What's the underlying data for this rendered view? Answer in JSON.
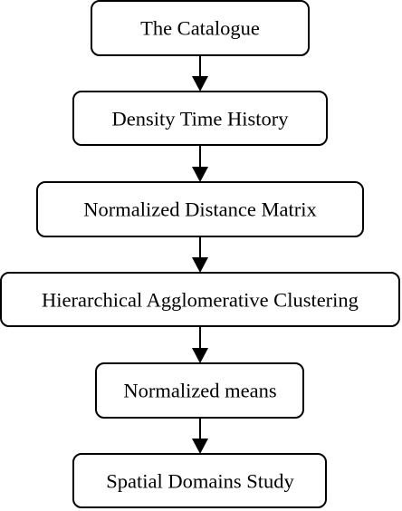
{
  "diagram": {
    "nodes": [
      {
        "id": "catalogue",
        "label": "The Catalogue"
      },
      {
        "id": "density",
        "label": "Density Time History"
      },
      {
        "id": "distance",
        "label": "Normalized Distance Matrix"
      },
      {
        "id": "clustering",
        "label": "Hierarchical Agglomerative Clustering"
      },
      {
        "id": "means",
        "label": "Normalized means"
      },
      {
        "id": "spatial",
        "label": "Spatial Domains Study"
      }
    ],
    "edges": [
      {
        "from": "catalogue",
        "to": "density"
      },
      {
        "from": "density",
        "to": "distance"
      },
      {
        "from": "distance",
        "to": "clustering"
      },
      {
        "from": "clustering",
        "to": "means"
      },
      {
        "from": "means",
        "to": "spatial"
      }
    ]
  }
}
